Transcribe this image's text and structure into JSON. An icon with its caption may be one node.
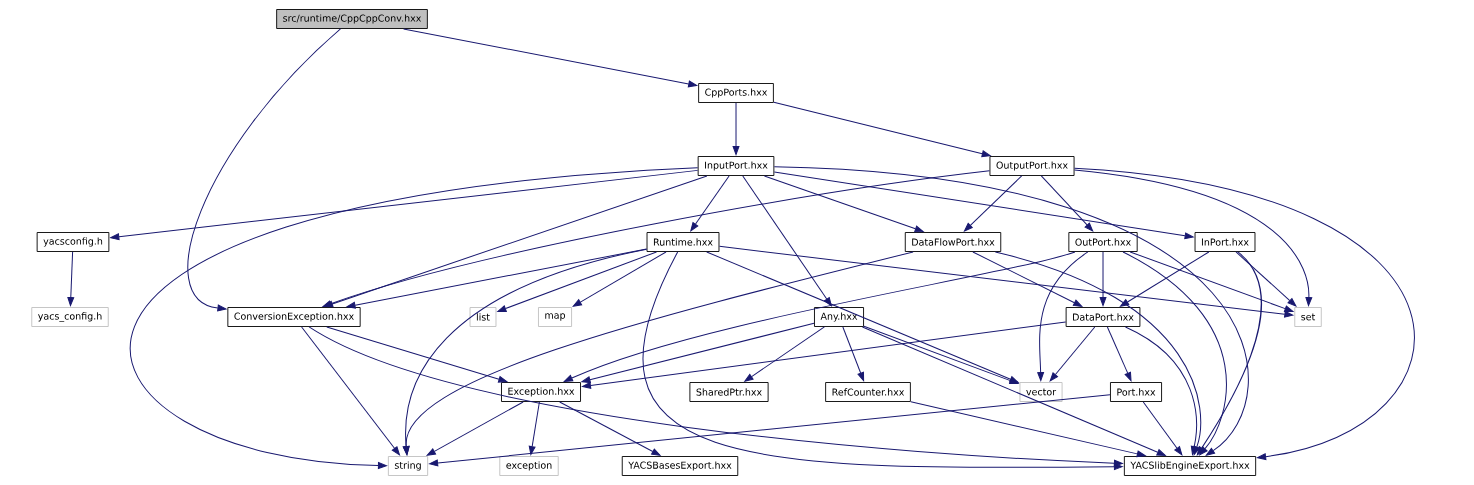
{
  "diagram": {
    "nodes": [
      {
        "text": [
          "src/runtime/CppCppConv.hxx"
        ]
      },
      {
        "text": [
          "CppPorts.hxx"
        ]
      },
      {
        "text": [
          "InputPort.hxx"
        ]
      },
      {
        "text": [
          "OutputPort.hxx"
        ]
      },
      {
        "text": [
          "yacsconfig.h"
        ]
      },
      {
        "text": [
          "Runtime.hxx"
        ]
      },
      {
        "text": [
          "DataFlowPort.hxx"
        ]
      },
      {
        "text": [
          "OutPort.hxx"
        ]
      },
      {
        "text": [
          "InPort.hxx"
        ]
      },
      {
        "text": [
          "yacs_config.h"
        ]
      },
      {
        "text": [
          "ConversionException.hxx"
        ]
      },
      {
        "text": [
          "list"
        ]
      },
      {
        "text": [
          "map"
        ]
      },
      {
        "text": [
          "Any.hxx"
        ]
      },
      {
        "text": [
          "DataPort.hxx"
        ]
      },
      {
        "text": [
          "set"
        ]
      },
      {
        "text": [
          "Exception.hxx"
        ]
      },
      {
        "text": [
          "SharedPtr.hxx"
        ]
      },
      {
        "text": [
          "RefCounter.hxx"
        ]
      },
      {
        "text": [
          "vector"
        ]
      },
      {
        "text": [
          "Port.hxx"
        ]
      },
      {
        "text": [
          "string"
        ]
      },
      {
        "text": [
          "exception"
        ]
      },
      {
        "text": [
          "YACSBasesExport.hxx"
        ]
      },
      {
        "text": [
          "YACSlibEngineExport.hxx"
        ]
      }
    ],
    "edges": [
      {
        "from": 0,
        "to": 1,
        "arrow": "to"
      },
      {
        "from": 0,
        "to": 10,
        "arrow": "to"
      },
      {
        "from": 1,
        "to": 2,
        "arrow": "to"
      },
      {
        "from": 1,
        "to": 3,
        "arrow": "to"
      },
      {
        "from": 2,
        "to": 4,
        "arrow": "to"
      },
      {
        "from": 2,
        "to": 10,
        "arrow": "to"
      },
      {
        "from": 2,
        "to": 21,
        "arrow": "to"
      },
      {
        "from": 2,
        "to": 5,
        "arrow": "to"
      },
      {
        "from": 2,
        "to": 13,
        "arrow": "to"
      },
      {
        "from": 2,
        "to": 6,
        "arrow": "to"
      },
      {
        "from": 2,
        "to": 8,
        "arrow": "to"
      },
      {
        "from": 2,
        "to": 24,
        "arrow": "to"
      },
      {
        "from": 3,
        "to": 10,
        "arrow": "to"
      },
      {
        "from": 3,
        "to": 6,
        "arrow": "to"
      },
      {
        "from": 3,
        "to": 7,
        "arrow": "to"
      },
      {
        "from": 3,
        "to": 15,
        "arrow": "to"
      },
      {
        "from": 3,
        "to": 24,
        "arrow": "to"
      },
      {
        "from": 4,
        "to": 9,
        "arrow": "to"
      },
      {
        "from": 5,
        "to": 10,
        "arrow": "to"
      },
      {
        "from": 5,
        "to": 11,
        "arrow": "to"
      },
      {
        "from": 5,
        "to": 12,
        "arrow": "to"
      },
      {
        "from": 5,
        "to": 21,
        "arrow": "to"
      },
      {
        "from": 5,
        "to": 24,
        "arrow": "to"
      },
      {
        "from": 5,
        "to": 19,
        "arrow": "to"
      },
      {
        "from": 5,
        "to": 15,
        "arrow": "to"
      },
      {
        "from": 6,
        "to": 14,
        "arrow": "to"
      },
      {
        "from": 6,
        "to": 21,
        "arrow": "to"
      },
      {
        "from": 6,
        "to": 24,
        "arrow": "to"
      },
      {
        "from": 7,
        "to": 14,
        "arrow": "to"
      },
      {
        "from": 7,
        "to": 16,
        "arrow": "to"
      },
      {
        "from": 7,
        "to": 19,
        "arrow": "to"
      },
      {
        "from": 7,
        "to": 15,
        "arrow": "to"
      },
      {
        "from": 7,
        "to": 24,
        "arrow": "to"
      },
      {
        "from": 8,
        "to": 14,
        "arrow": "to"
      },
      {
        "from": 8,
        "to": 15,
        "arrow": "to"
      },
      {
        "from": 8,
        "to": 24,
        "arrow": "to"
      },
      {
        "from": 10,
        "to": 16,
        "arrow": "to"
      },
      {
        "from": 10,
        "to": 21,
        "arrow": "to"
      },
      {
        "from": 10,
        "to": 24,
        "arrow": "to"
      },
      {
        "from": 13,
        "to": 16,
        "arrow": "to"
      },
      {
        "from": 13,
        "to": 17,
        "arrow": "to"
      },
      {
        "from": 13,
        "to": 18,
        "arrow": "to"
      },
      {
        "from": 13,
        "to": 19,
        "arrow": "to"
      },
      {
        "from": 13,
        "to": 24,
        "arrow": "to"
      },
      {
        "from": 14,
        "to": 16,
        "arrow": "to"
      },
      {
        "from": 14,
        "to": 19,
        "arrow": "to"
      },
      {
        "from": 14,
        "to": 20,
        "arrow": "to"
      },
      {
        "from": 14,
        "to": 24,
        "arrow": "to"
      },
      {
        "from": 16,
        "to": 21,
        "arrow": "to"
      },
      {
        "from": 16,
        "to": 22,
        "arrow": "to"
      },
      {
        "from": 16,
        "to": 23,
        "arrow": "to"
      },
      {
        "from": 18,
        "to": 24,
        "arrow": "to"
      },
      {
        "from": 20,
        "to": 21,
        "arrow": "to"
      },
      {
        "from": 20,
        "to": 24,
        "arrow": "to"
      }
    ]
  }
}
